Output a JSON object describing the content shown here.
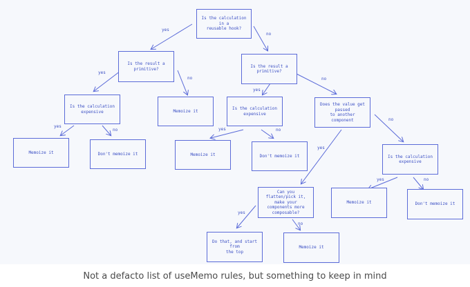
{
  "colors": {
    "stroke": "#5a6ad8",
    "text": "#3b4fc4",
    "background": "#f6f8fc"
  },
  "nodes": {
    "root": "Is the calculation in a\nreusable hook?",
    "left_primitive": "Is the result a\nprimitive?",
    "right_primitive": "Is the result a\nprimitive?",
    "left_expensive": "Is the calculation\nexpensive",
    "left_memoize_a": "Memoize it",
    "left_dont_memoize": "Don't memoize it",
    "left_memoize_b": "Memoize it",
    "mid_expensive": "Is the calculation\nexpensive",
    "mid_memoize": "Memoize it",
    "mid_dont_memoize": "Don't memoize it",
    "passed_component": "Does the value get passed\nto another component",
    "flatten": "Can you flatten/pick it,\nmake your components more\ncomposable?",
    "do_that": "Do that, and start from\nthe top",
    "flatten_memoize": "Memoize it",
    "right_expensive": "Is the calculation\nexpensive",
    "right_memoize": "Memoize it",
    "right_dont_memoize": "Don't memoize it"
  },
  "edge_labels": {
    "yes": "yes",
    "no": "no"
  },
  "caption": "Not a defacto list of useMemo rules, but something to keep in mind"
}
